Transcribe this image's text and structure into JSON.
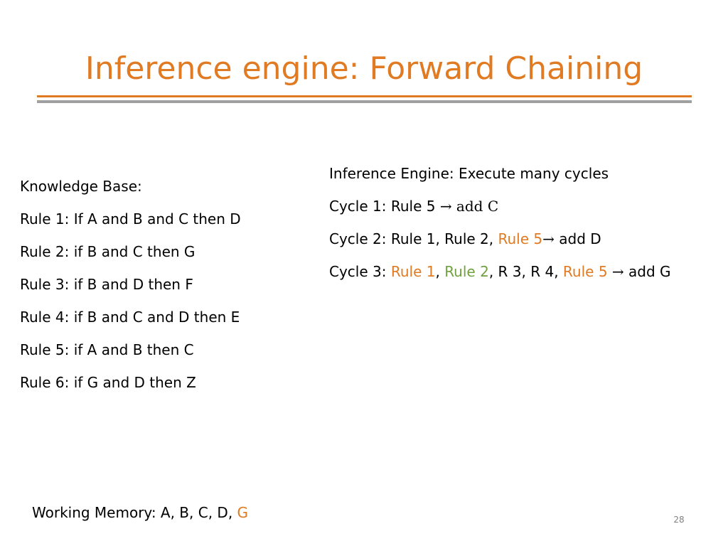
{
  "title": "Inference engine: Forward Chaining",
  "colors": {
    "accent": "#e07b23",
    "green": "#70a040",
    "divider": "#a0a0a0"
  },
  "knowledge_base": {
    "heading": "Knowledge Base:",
    "rules": [
      "Rule 1: If A and B and C then D",
      "Rule 2: if B and C then G",
      "Rule 3: if B and D then F",
      "Rule 4: if B and C and D then E",
      "Rule 5: if A and B then C",
      "Rule 6: if G and D then Z"
    ]
  },
  "inference_engine": {
    "heading": "Inference Engine: Execute many cycles",
    "cycle1": {
      "label": "Cycle 1: Rule 5 ",
      "arrow": "→",
      "action": " add C"
    },
    "cycle2": {
      "label": "Cycle 2: Rule 1, Rule 2, ",
      "rule5": "Rule 5",
      "arrow": "→",
      "action": " add D"
    },
    "cycle3": {
      "label": "Cycle 3: ",
      "rule1": "Rule 1",
      "sep1": ", ",
      "rule2": "Rule 2",
      "sep2": ", R 3, R 4, ",
      "rule5": "Rule 5",
      "arrow": " →",
      "action": " add G"
    }
  },
  "working_memory": {
    "label": "Working Memory: A, B, C, D, ",
    "new_fact": "G"
  },
  "page_number": "28"
}
